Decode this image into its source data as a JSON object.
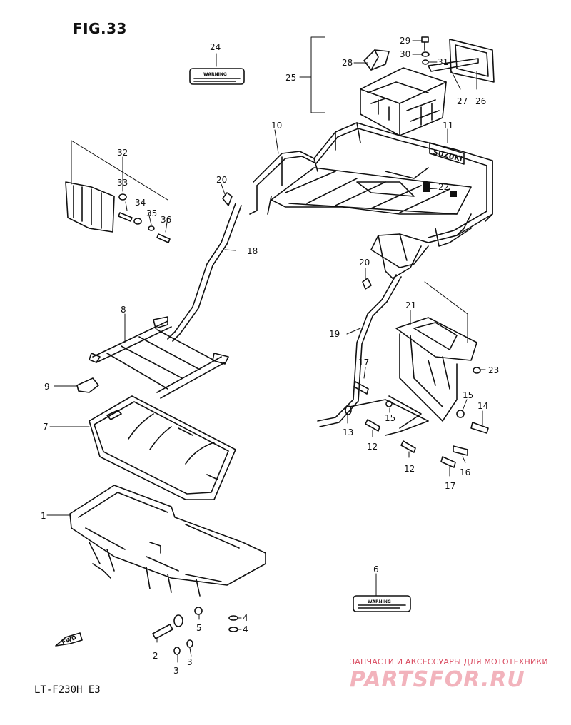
{
  "figure": {
    "title": "FIG.33",
    "model": "LT-F230H  E3"
  },
  "labels": {
    "1": "1",
    "2": "2",
    "3": "3",
    "4": "4",
    "5": "5",
    "6": "6",
    "7": "7",
    "8": "8",
    "9": "9",
    "10": "10",
    "11": "11",
    "12": "12",
    "13": "13",
    "14": "14",
    "15": "15",
    "16": "16",
    "17": "17",
    "18": "18",
    "19": "19",
    "20": "20",
    "21": "21",
    "22": "22",
    "23": "23",
    "24": "24",
    "25": "25",
    "26": "26",
    "27": "27",
    "28": "28",
    "29": "29",
    "30": "30",
    "31": "31",
    "32": "32",
    "33": "33",
    "34": "34",
    "35": "35",
    "36": "36"
  },
  "warning_label": "WARNING",
  "emblem_text": "SUZUKI",
  "fwd_arrow": "FWD",
  "watermark": {
    "top": "ЗАПЧАСТИ И АКСЕССУАРЫ ДЛЯ МОТОТЕХНИКИ",
    "brand": "PARTSFOR.RU"
  },
  "colors": {
    "ink": "#111111",
    "watermark_red": "#d94b60",
    "watermark_pink": "#f2b3bc"
  }
}
